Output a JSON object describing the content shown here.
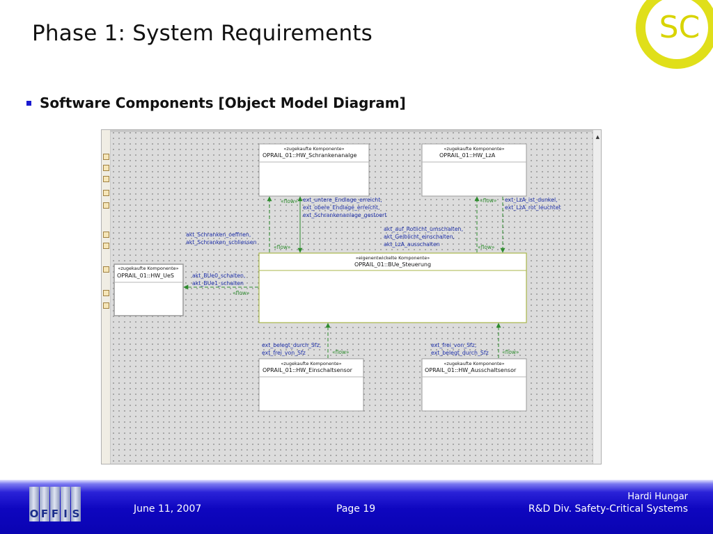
{
  "slide": {
    "title": "Phase 1: System Requirements",
    "bullet": "Software Components [Object Model Diagram]",
    "logo_text": "SC"
  },
  "diagram": {
    "components": [
      {
        "id": "schranke",
        "stereotype": "«zugekaufte Komponente»",
        "name": "OPRAIL_01::HW_Schrankenanalge"
      },
      {
        "id": "lza",
        "stereotype": "«zugekaufte Komponente»",
        "name": "OPRAIL_01::HW_LzA"
      },
      {
        "id": "steuerung",
        "stereotype": "«eigenentwickelte Komponente»",
        "name": "OPRAIL_01::BUe_Steuerung"
      },
      {
        "id": "ues",
        "stereotype": "«zugekaufte Komponente»",
        "name": "OPRAIL_01::HW_UeS"
      },
      {
        "id": "einschalt",
        "stereotype": "«zugekaufte Komponente»",
        "name": "OPRAIL_01::HW_Einschaltsensor"
      },
      {
        "id": "ausschalt",
        "stereotype": "«zugekaufte Komponente»",
        "name": "OPRAIL_01::HW_Ausschaltsensor"
      }
    ],
    "flow_label": "«flow»",
    "labels": {
      "schranke_ext": [
        "ext_untere_Endlage_erreicht,",
        "ext_obere_Endlage_erreicht,",
        "ext_Schrankenanlage_gestoert"
      ],
      "schranke_akt": [
        "akt_Schranken_oeffnen,",
        "akt_Schranken_schliessen"
      ],
      "lza_ext": [
        "ext_LzA_ist_dunkel,",
        "ext_LzA_rot_leuchtet"
      ],
      "lza_akt": [
        "akt_auf_Rotlicht_umschalten,",
        "akt_Gelblicht_einschalten,",
        "akt_LzA_ausschalten"
      ],
      "ues_akt": [
        "akt_BUe0_schalten,",
        "akt_BUe1_schalten"
      ],
      "einschalt_ext": [
        "ext_belegt_durch_Sfz,",
        "ext_frei_von_Sfz"
      ],
      "ausschalt_ext": [
        "ext_frei_von_Sfz,",
        "ext_belegt_durch_Sfz"
      ]
    }
  },
  "footer": {
    "logo_letters": [
      "O",
      "F",
      "F",
      "I",
      "S"
    ],
    "date": "June 11, 2007",
    "page": "Page 19",
    "author": "Hardi Hungar",
    "division": "R&D Div. Safety-Critical Systems"
  },
  "colors": {
    "accent": "#1a1ad0",
    "flow_arrow": "#2e8b2e",
    "label_text": "#1c2ea8",
    "main_box_border": "#a8b64a",
    "footer_bg": "#0e06bf"
  }
}
